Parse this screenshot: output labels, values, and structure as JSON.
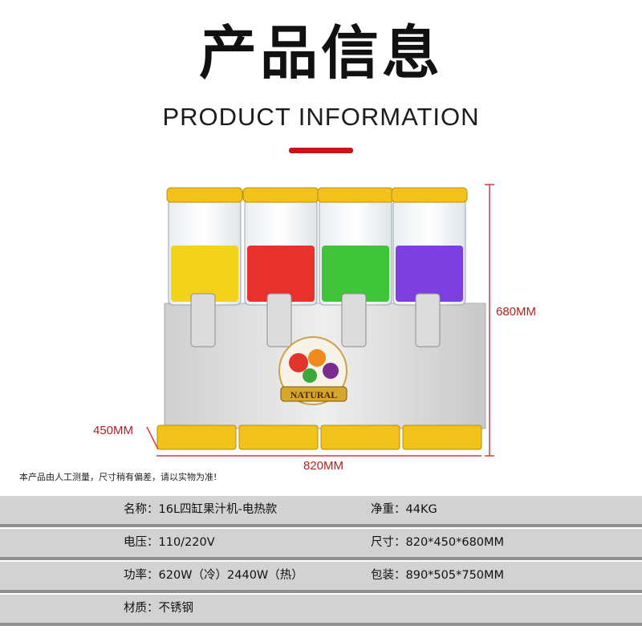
{
  "header": {
    "title_cn": "产品信息",
    "title_en": "PRODUCT INFORMATION"
  },
  "product": {
    "tank_colors": [
      "#f3d21a",
      "#e8312d",
      "#3fc43a",
      "#7d3fe0"
    ],
    "lid_color": "#f2c21b",
    "tray_color": "#f1c21a",
    "logo_text": "NATURAL"
  },
  "dimensions": {
    "height": "680MM",
    "depth": "450MM",
    "width": "820MM"
  },
  "note": "本产品由人工测量，尺寸稍有偏差，请以实物为准!",
  "specs": [
    {
      "left": "名称：16L四缸果汁机-电热款",
      "right": "净重：44KG"
    },
    {
      "left": "电压：110/220V",
      "right": "尺寸：820*450*680MM"
    },
    {
      "left": "功率：620W（冷）2440W（热）",
      "right": "包装：890*505*750MM"
    },
    {
      "left": "材质：不锈钢",
      "right": ""
    }
  ]
}
